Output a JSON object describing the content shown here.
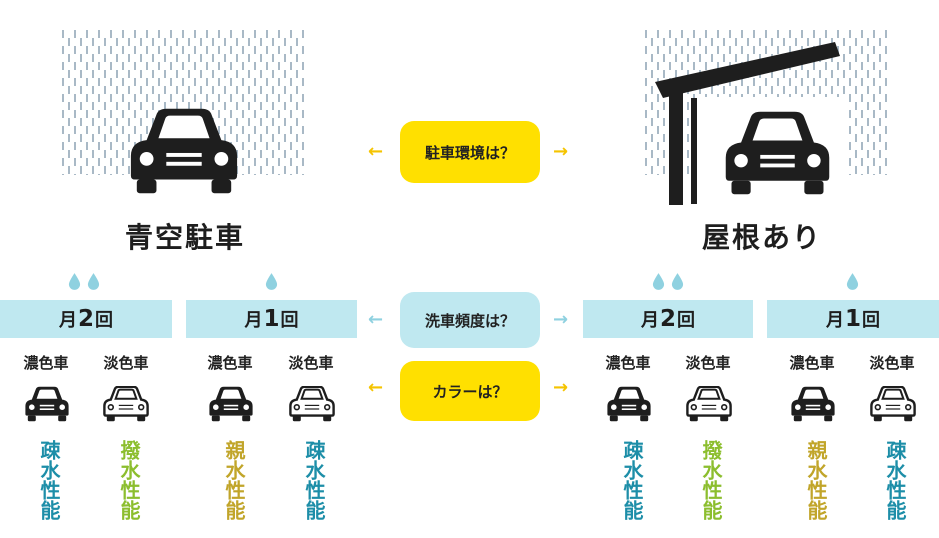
{
  "scenarios": {
    "outdoor": {
      "title": "青空駐車"
    },
    "roof": {
      "title": "屋根あり"
    }
  },
  "questions": {
    "parking": "駐車環境は？",
    "frequency": "洗車頻度は？",
    "color": "カラーは？"
  },
  "frequencies": {
    "twice": {
      "prefix": "月",
      "num": "2",
      "suffix": "回"
    },
    "once": {
      "prefix": "月",
      "num": "1",
      "suffix": "回"
    }
  },
  "colors": {
    "dark": "濃色車",
    "light": "淡色車"
  },
  "performance": {
    "sparse": "疎水性能",
    "repellent": "撥水性能",
    "affine": "親水性能"
  },
  "icons": {
    "arrow_left": "←",
    "arrow_right": "→"
  },
  "palette": {
    "yellow": "#ffe000",
    "light_blue": "#bfe8f0",
    "teal": "#1d8ea8",
    "green": "#8cbe2e",
    "olive": "#c1a52a",
    "drop": "#8fd1e0"
  }
}
